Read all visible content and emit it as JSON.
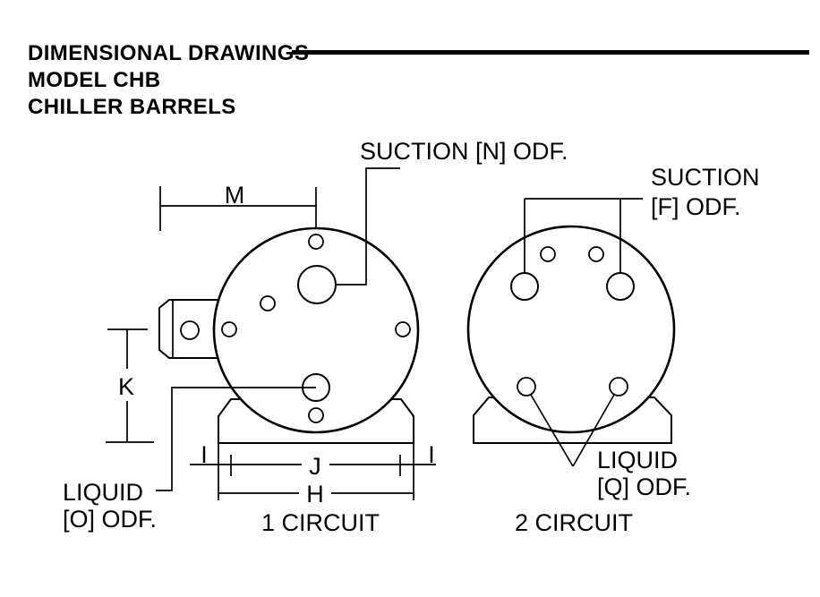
{
  "page": {
    "background": "#ffffff",
    "line_color": "#000000"
  },
  "header": {
    "line1": "DIMENSIONAL DRAWINGS",
    "line2": "MODEL CHB",
    "line3": "CHILLER BARRELS"
  },
  "left_drawing": {
    "caption": "1 CIRCUIT",
    "suction_label": "SUCTION [N] ODF.",
    "liquid_label_line1": "LIQUID",
    "liquid_label_line2": "[O] ODF.",
    "dim_m": "M",
    "dim_k": "K",
    "dim_i_left": "I",
    "dim_i_right": "I",
    "dim_j": "J",
    "dim_h": "H"
  },
  "right_drawing": {
    "caption": "2 CIRCUIT",
    "suction_label_line1": "SUCTION",
    "suction_label_line2": "[F] ODF.",
    "liquid_label_line1": "LIQUID",
    "liquid_label_line2": "[Q] ODF."
  }
}
